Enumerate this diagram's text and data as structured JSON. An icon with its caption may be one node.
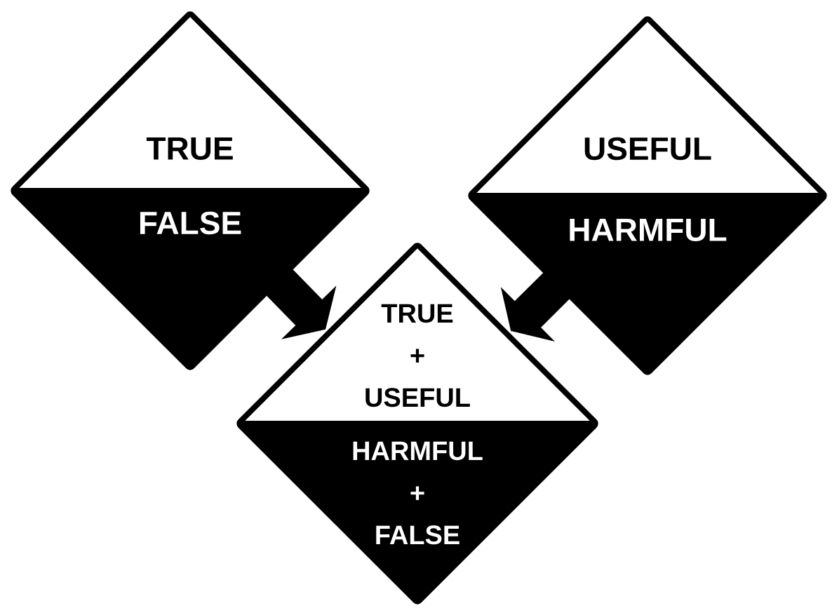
{
  "diagram": {
    "nodes": [
      {
        "text": [
          "TRUE",
          "FALSE"
        ]
      },
      {
        "text": [
          "USEFUL",
          "HARMFUL"
        ]
      },
      {
        "text": [
          "TRUE + USEFUL",
          "HARMFUL + FALSE"
        ]
      }
    ],
    "edges": [
      {
        "from": 0,
        "to": 2,
        "arrow": "to"
      },
      {
        "from": 1,
        "to": 2,
        "arrow": "to"
      }
    ]
  }
}
